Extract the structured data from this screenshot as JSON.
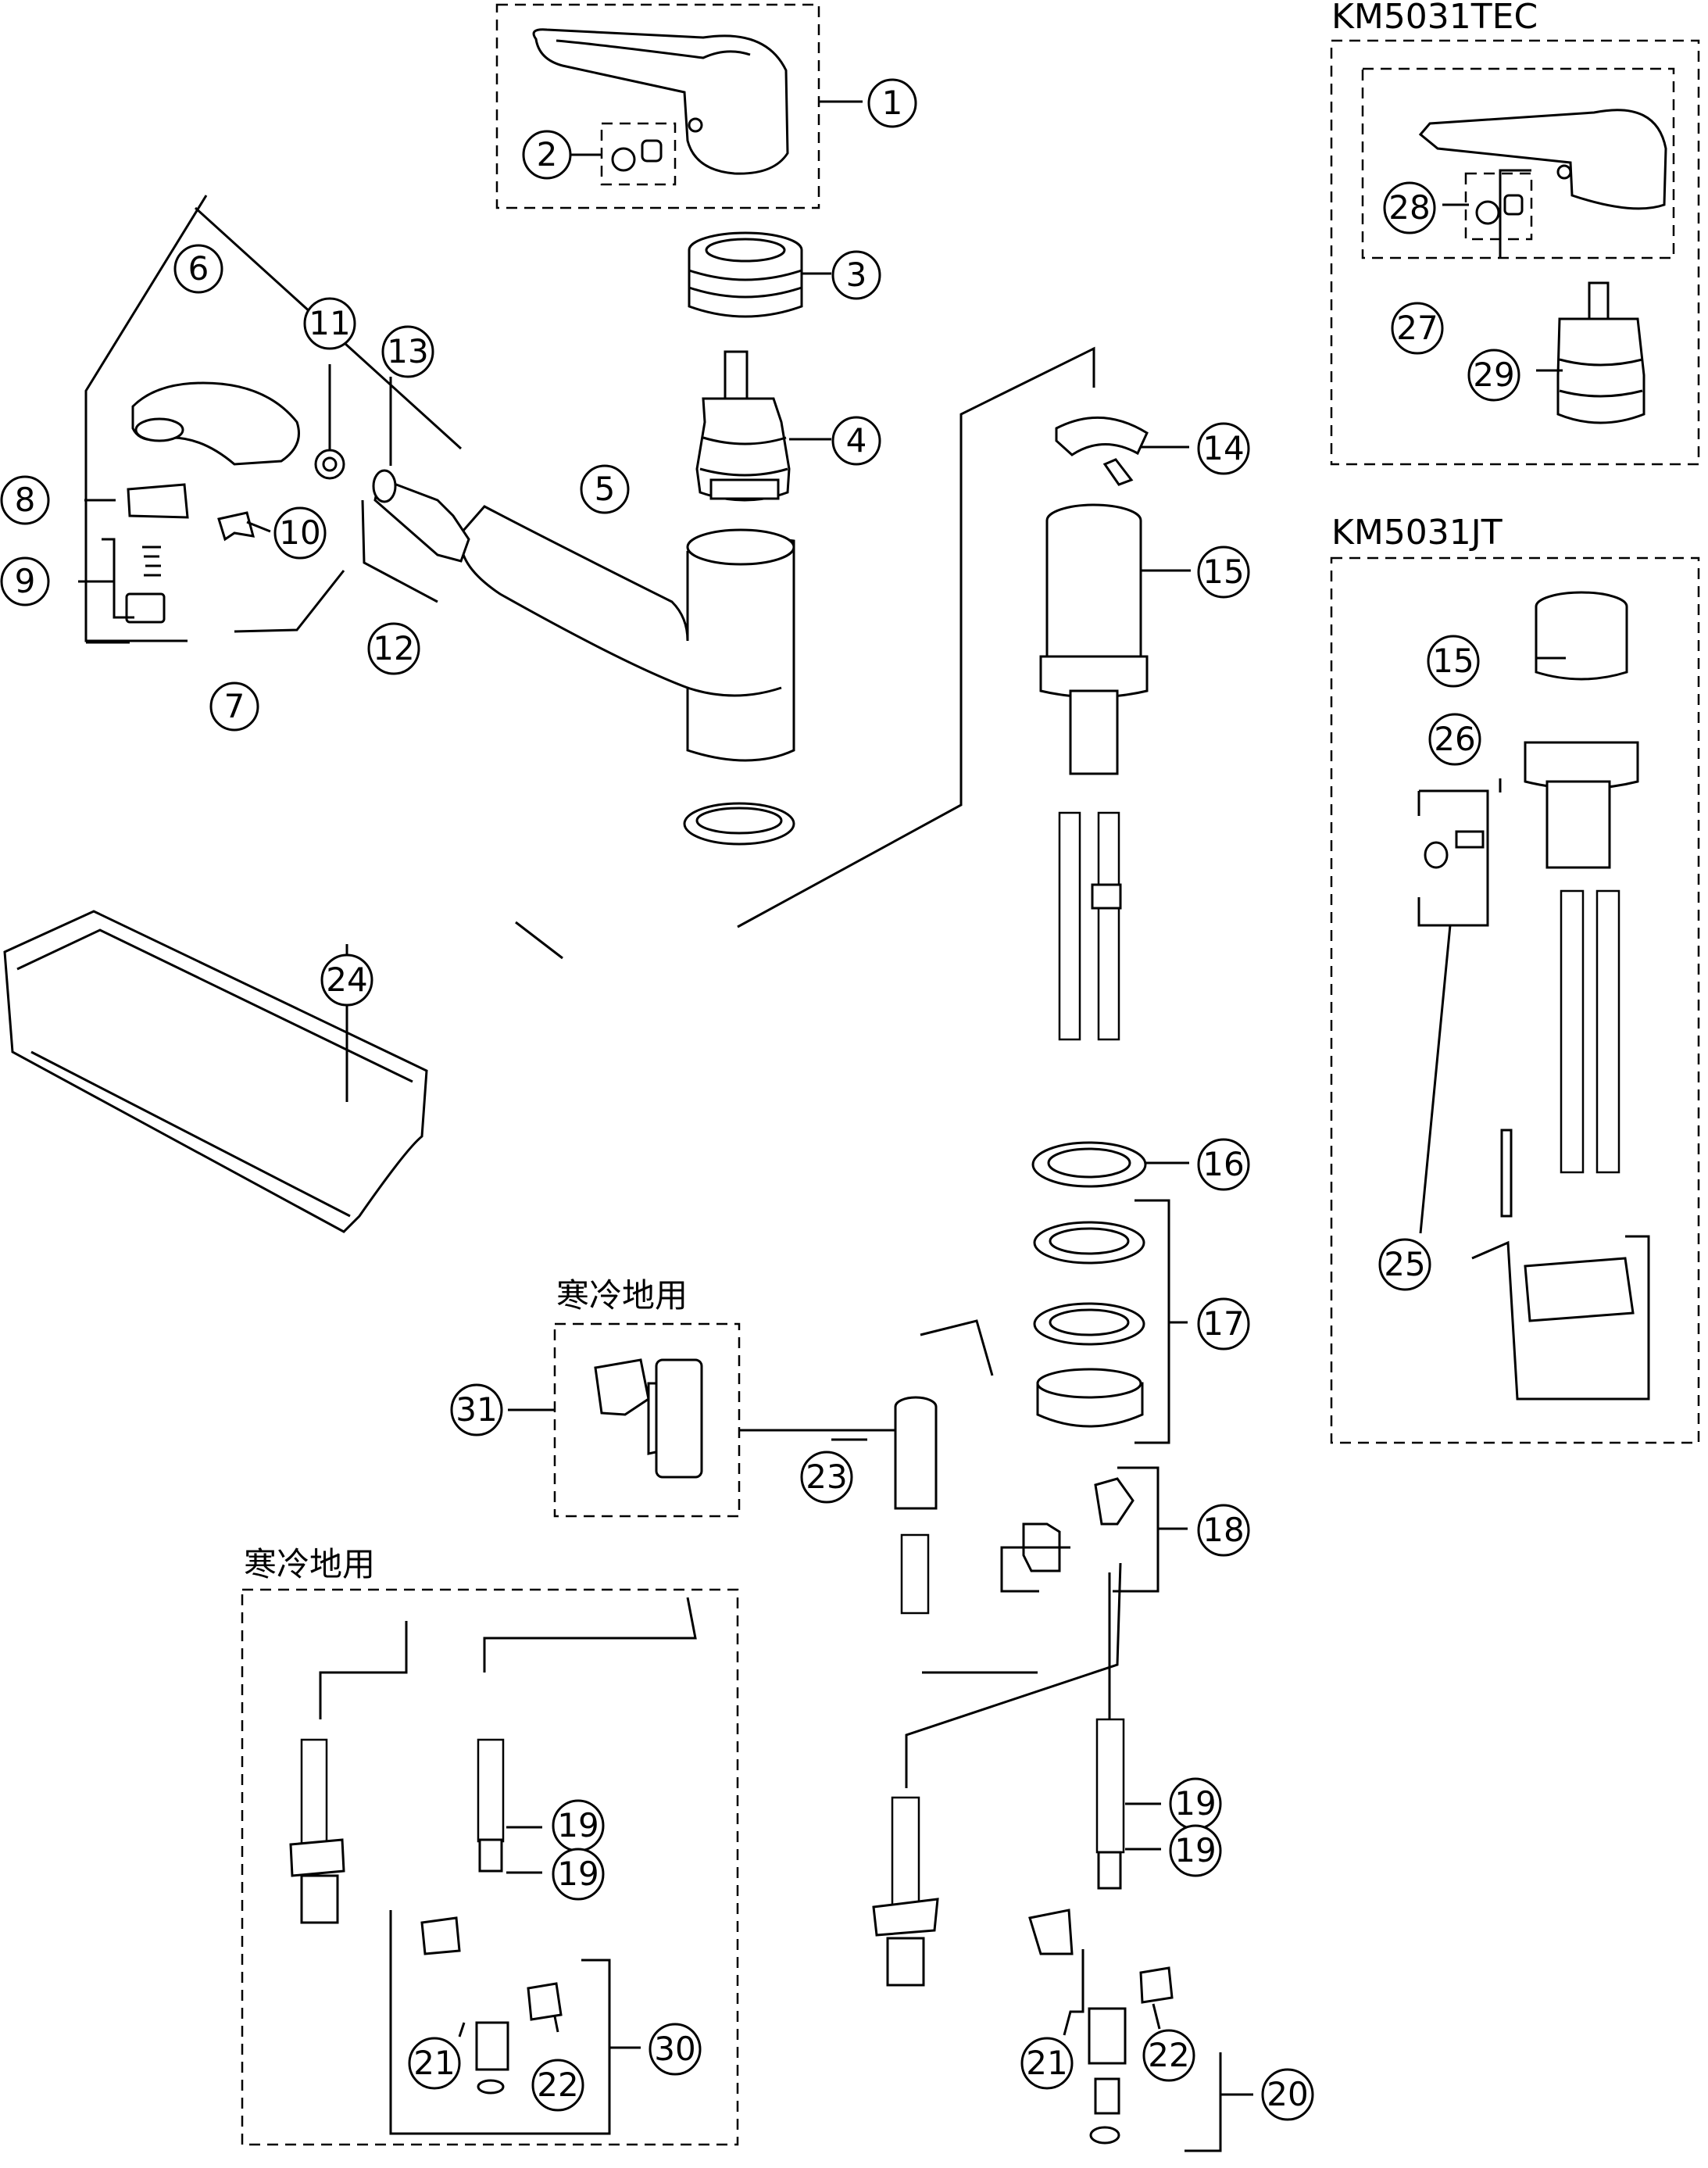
{
  "variant_labels": {
    "tec": "KM5031TEC",
    "jt": "KM5031JT"
  },
  "cold_region_labels": {
    "upper": "寒冷地用",
    "lower": "寒冷地用"
  },
  "callouts": {
    "c1": "1",
    "c2": "2",
    "c3": "3",
    "c4": "4",
    "c5": "5",
    "c6": "6",
    "c7": "7",
    "c8": "8",
    "c9": "9",
    "c10": "10",
    "c11": "11",
    "c12": "12",
    "c13": "13",
    "c14": "14",
    "c15": "15",
    "c16": "16",
    "c17": "17",
    "c18": "18",
    "c19a": "19",
    "c19b": "19",
    "c19c": "19",
    "c19d": "19",
    "c20": "20",
    "c21a": "21",
    "c21b": "21",
    "c22a": "22",
    "c22b": "22",
    "c23": "23",
    "c24": "24",
    "c25": "25",
    "c26": "26",
    "c27": "27",
    "c28": "28",
    "c29": "29",
    "c30": "30",
    "c31": "31",
    "c15b": "15"
  }
}
